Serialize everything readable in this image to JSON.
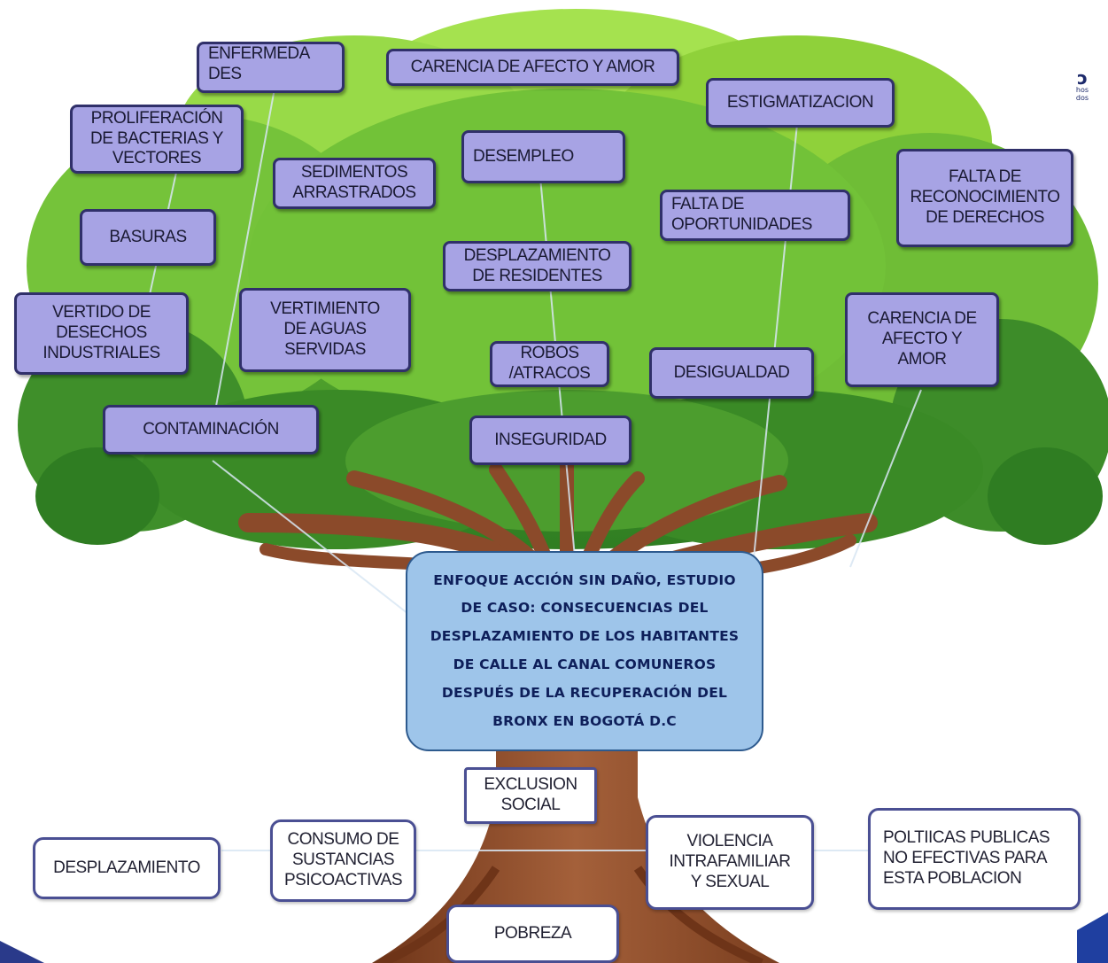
{
  "center": {
    "lines": [
      "ENFOQUE ACCIÓN SIN DAÑO, ESTUDIO",
      "DE CASO: CONSECUENCIAS DEL",
      "DESPLAZAMIENTO DE LOS HABITANTES",
      "DE CALLE AL CANAL COMUNEROS",
      "DESPUÉS DE LA RECUPERACIÓN DEL",
      "BRONX EN BOGOTÁ D.C"
    ]
  },
  "consequences": [
    {
      "lines": [
        "ENFERMEDA",
        "DES"
      ]
    },
    {
      "lines": [
        "CARENCIA DE AFECTO Y AMOR"
      ]
    },
    {
      "lines": [
        "ESTIGMATIZACION"
      ]
    },
    {
      "lines": [
        "PROLIFERACIÓN",
        "DE BACTERIAS Y",
        "VECTORES"
      ]
    },
    {
      "lines": [
        "SEDIMENTOS",
        "ARRASTRADOS"
      ]
    },
    {
      "lines": [
        "DESEMPLEO"
      ]
    },
    {
      "lines": [
        "FALTA DE",
        "RECONOCIMIENTO",
        "DE DERECHOS"
      ]
    },
    {
      "lines": [
        "FALTA DE",
        "OPORTUNIDADES"
      ]
    },
    {
      "lines": [
        "BASURAS"
      ]
    },
    {
      "lines": [
        "DESPLAZAMIENTO",
        "DE RESIDENTES"
      ]
    },
    {
      "lines": [
        "VERTIDO DE",
        "DESECHOS",
        "INDUSTRIALES"
      ]
    },
    {
      "lines": [
        "VERTIMIENTO",
        "DE AGUAS",
        "SERVIDAS"
      ]
    },
    {
      "lines": [
        "ROBOS",
        "/ATRACOS"
      ]
    },
    {
      "lines": [
        "DESIGUALDAD"
      ]
    },
    {
      "lines": [
        "CARENCIA DE",
        "AFECTO Y",
        "AMOR"
      ]
    },
    {
      "lines": [
        "CONTAMINACIÓN"
      ]
    },
    {
      "lines": [
        "INSEGURIDAD"
      ]
    }
  ],
  "causes": [
    {
      "lines": [
        "EXCLUSION",
        "SOCIAL"
      ]
    },
    {
      "lines": [
        "DESPLAZAMIENTO"
      ]
    },
    {
      "lines": [
        "CONSUMO DE",
        "SUSTANCIAS",
        "PSICOACTIVAS"
      ]
    },
    {
      "lines": [
        "VIOLENCIA",
        "INTRAFAMILIAR",
        "Y SEXUAL"
      ]
    },
    {
      "lines": [
        "POLTIICAS PUBLICAS",
        "NO EFECTIVAS PARA",
        "ESTA POBLACION"
      ]
    },
    {
      "lines": [
        "POBREZA"
      ]
    }
  ],
  "corner_mark": {
    "glyph": "ↄ",
    "lines": [
      "hos",
      "dos"
    ]
  },
  "colors": {
    "consequence_fill": "#a7a3e4",
    "consequence_border": "#30306a",
    "cause_border": "#4a4f93",
    "center_fill": "#9ec5ea",
    "center_text": "#0e1f5a",
    "foliage_dark": "#2f7d22",
    "foliage_light": "#8fd13a",
    "trunk": "#8b4a2a"
  }
}
